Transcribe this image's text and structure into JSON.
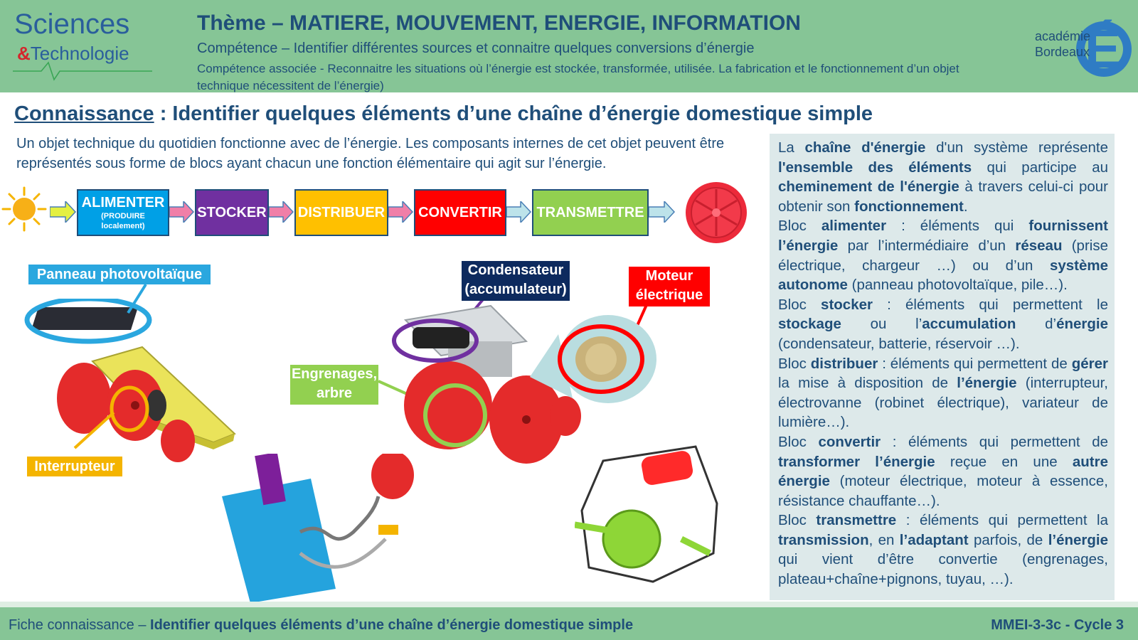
{
  "header": {
    "logo_sciences": "Sciences",
    "logo_amp": "&",
    "logo_technologie": "Technologie",
    "theme": "Thème – MATIERE, MOUVEMENT, ENERGIE, INFORMATION",
    "competence": "Compétence – Identifier différentes sources et connaitre quelques conversions d’énergie",
    "competence_associee": "Compétence associée - Reconnaitre les situations où l’énergie est stockée, transformée, utilisée. La fabrication et le fonctionnement d’un objet technique nécessitent de l’énergie)",
    "academie_line1": "académie",
    "academie_line2": "Bordeaux",
    "academie_letter": "É"
  },
  "knowledge": {
    "label": "Connaissance",
    "title": " : Identifier quelques éléments d’une chaîne d’énergie domestique simple"
  },
  "intro": "Un objet technique du quotidien fonctionne avec de l’énergie. Les composants internes de cet objet peuvent être représentés sous  forme de blocs ayant chacun une fonction élémentaire qui agit sur l’énergie.",
  "chain": {
    "alimenter": "ALIMENTER",
    "alimenter_sub": "(PRODUIRE localement)",
    "stocker": "STOCKER",
    "distribuer": "DISTRIBUER",
    "convertir": "CONVERTIR",
    "transmettre": "TRANSMETTRE"
  },
  "colors": {
    "alimenter": "#00a0e6",
    "stocker": "#7030a0",
    "distribuer": "#ffc000",
    "convertir": "#ff0000",
    "transmettre": "#92d050",
    "header": "#86c596",
    "title": "#1f4e79"
  },
  "tags": {
    "panneau": "Panneau photovoltaïque",
    "condensateur_1": "Condensateur",
    "condensateur_2": "(accumulateur)",
    "moteur_1": "Moteur",
    "moteur_2": "électrique",
    "engrenages_1": "Engrenages,",
    "engrenages_2": "arbre",
    "interrupteur": "Interrupteur"
  },
  "side": {
    "p1": [
      "La ",
      "chaîne d'énergie",
      " d'un système représente ",
      "l'ensemble des éléments",
      " qui participe au ",
      "cheminement de l'énergie",
      " à travers celui-ci pour obtenir son ",
      "fonctionnement",
      "."
    ],
    "p2": [
      "Bloc ",
      "alimenter",
      " : éléments qui ",
      "fournissent l’énergie",
      " par l’intermédiaire d’un ",
      "réseau",
      " (prise électrique, chargeur …) ou d’un ",
      "système autonome",
      " (panneau photovoltaïque, pile…)."
    ],
    "p3": [
      "Bloc ",
      "stocker",
      " : éléments qui permettent le ",
      "stockage",
      " ou l’",
      "accumulation",
      " d’",
      "énergie",
      " (condensateur, batterie, réservoir …)."
    ],
    "p4": [
      "Bloc ",
      "distribuer",
      " : éléments qui permettent de ",
      "gérer",
      " la mise à disposition de ",
      "l’énergie",
      " (interrupteur, électrovanne (robinet électrique), variateur de lumière…)."
    ],
    "p5": [
      "Bloc ",
      "convertir",
      " : éléments qui permettent de ",
      "transformer l’énergie",
      " reçue en une ",
      "autre énergie",
      " (moteur électrique, moteur à essence, résistance chauffante…)."
    ],
    "p6": [
      "Bloc ",
      "transmettre",
      " : éléments qui permettent la ",
      "transmission",
      ", en ",
      "l’adaptant",
      " parfois, de ",
      "l’énergie",
      " qui vient d’être convertie (engrenages, plateau+chaîne+pignons, tuyau, …)."
    ]
  },
  "footer": {
    "prefix": "Fiche connaissance – ",
    "title": "Identifier quelques éléments d’une chaîne d’énergie domestique simple",
    "code": "MMEI-3-3c - Cycle 3"
  }
}
